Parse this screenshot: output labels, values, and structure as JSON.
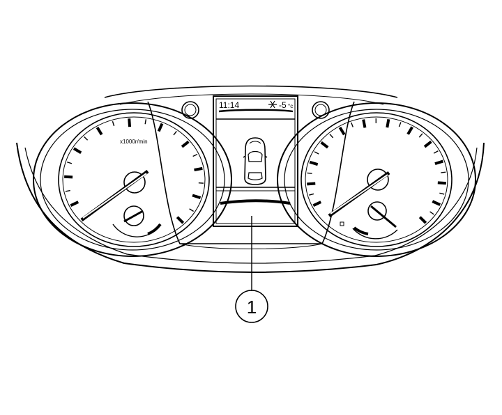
{
  "display": {
    "time": "11:14",
    "temperature": "-5",
    "temperature_unit": "°c",
    "snowflake_icon": "snowflake-icon"
  },
  "tachometer": {
    "unit_label": "x1000r/min"
  },
  "callouts": [
    {
      "label": "1"
    }
  ],
  "icons": [
    "vehicle-top-view-icon",
    "snowflake-icon"
  ],
  "colors": {
    "ink": "#000000",
    "background": "#ffffff"
  }
}
